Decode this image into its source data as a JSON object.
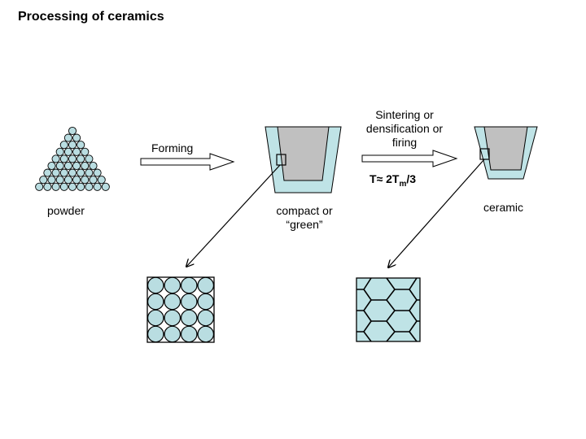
{
  "title": "Processing of ceramics",
  "labels": {
    "powder": "powder",
    "forming": "Forming",
    "compact_line1": "compact or",
    "compact_line2": "“green”",
    "sinter_line1": "Sintering or",
    "sinter_line2": "densification or",
    "sinter_line3": "firing",
    "temp_prefix": "T",
    "temp_approx": "≈ 2T",
    "temp_sub": "m",
    "temp_suffix": "/3",
    "ceramic": "ceramic"
  },
  "colors": {
    "particle": "#b9dde1",
    "mold": "#bfe3e6",
    "fill": "#c0c0c0",
    "stroke": "#000000"
  },
  "powder_rows": 9,
  "green_grid": {
    "rows": 4,
    "cols": 4
  }
}
